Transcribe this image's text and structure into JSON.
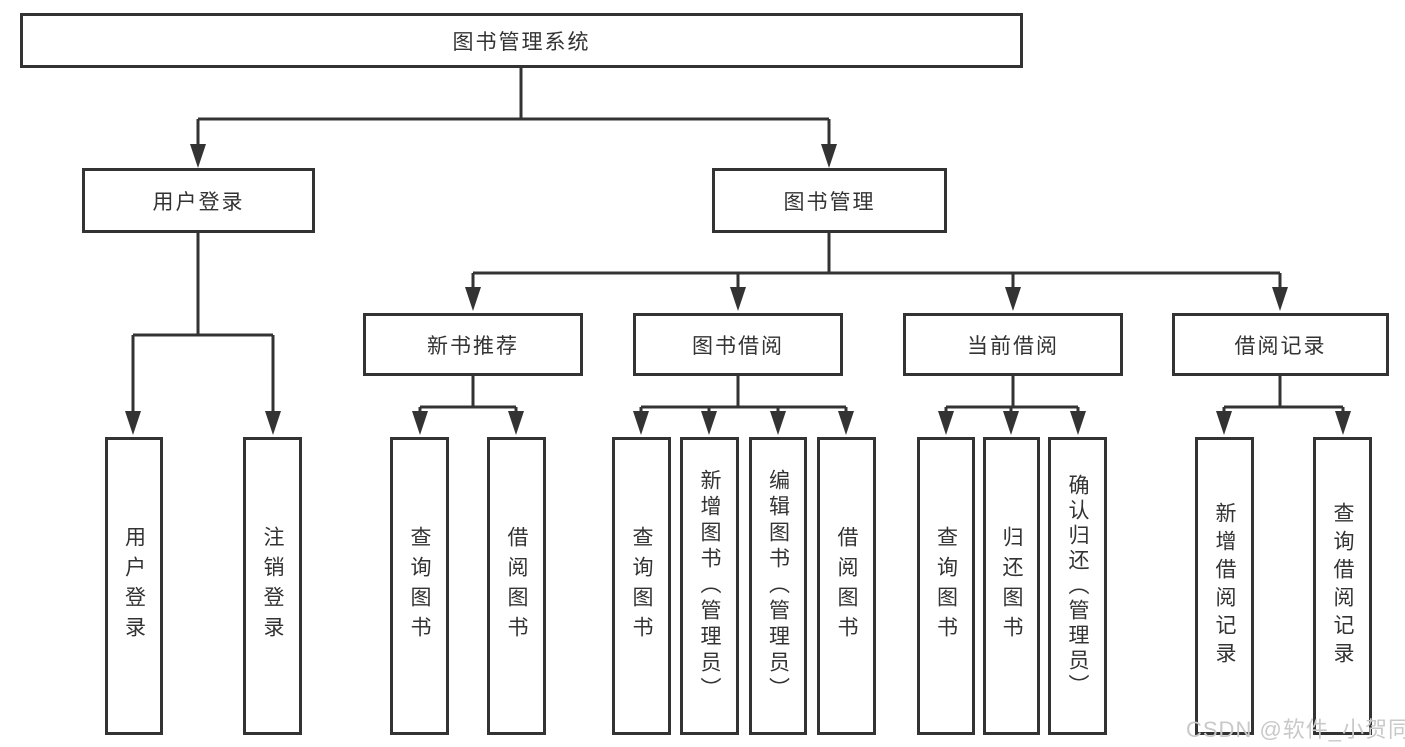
{
  "diagram": {
    "nodes": {
      "root": "图书管理系统",
      "user_login": "用户登录",
      "book_mgmt": "图书管理",
      "new_book_rec": "新书推荐",
      "book_borrow": "图书借阅",
      "current_borrow": "当前借阅",
      "borrow_records": "借阅记录",
      "leaf_user_login": "用户登录",
      "leaf_logout": "注销登录",
      "rec_query_book": "查询图书",
      "rec_borrow_book": "借阅图书",
      "bb_query_book": "查询图书",
      "bb_add_book": "新增图书（管理员）",
      "bb_edit_book": "编辑图书（管理员）",
      "bb_borrow_book": "借阅图书",
      "cb_query_book": "查询图书",
      "cb_return_book": "归还图书",
      "cb_confirm_return": "确认归还（管理员）",
      "br_add_record": "新增借阅记录",
      "br_query_record": "查询借阅记录"
    }
  },
  "watermark": {
    "text": "CSDN @软件_小贺同学"
  },
  "colors": {
    "line": "#333333",
    "box_border": "#333333",
    "text": "#333333",
    "watermark": "#c9c9c9",
    "background": "#ffffff"
  }
}
